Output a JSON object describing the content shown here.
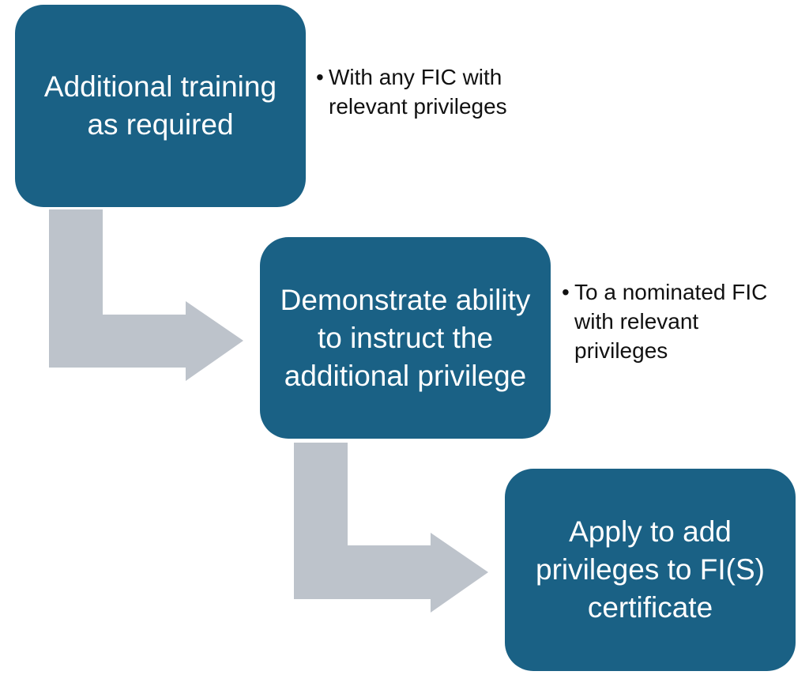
{
  "colors": {
    "box_fill": "#1a6185",
    "arrow_fill": "#bdc3cb",
    "note_text": "#111111"
  },
  "steps": [
    {
      "label": "Additional training as required"
    },
    {
      "label": "Demonstrate ability to instruct the additional privilege"
    },
    {
      "label": "Apply to add privileges to FI(S) certificate"
    }
  ],
  "notes": [
    {
      "text": "With any FIC with relevant privileges"
    },
    {
      "text": "To a nominated FIC with relevant privileges"
    }
  ]
}
